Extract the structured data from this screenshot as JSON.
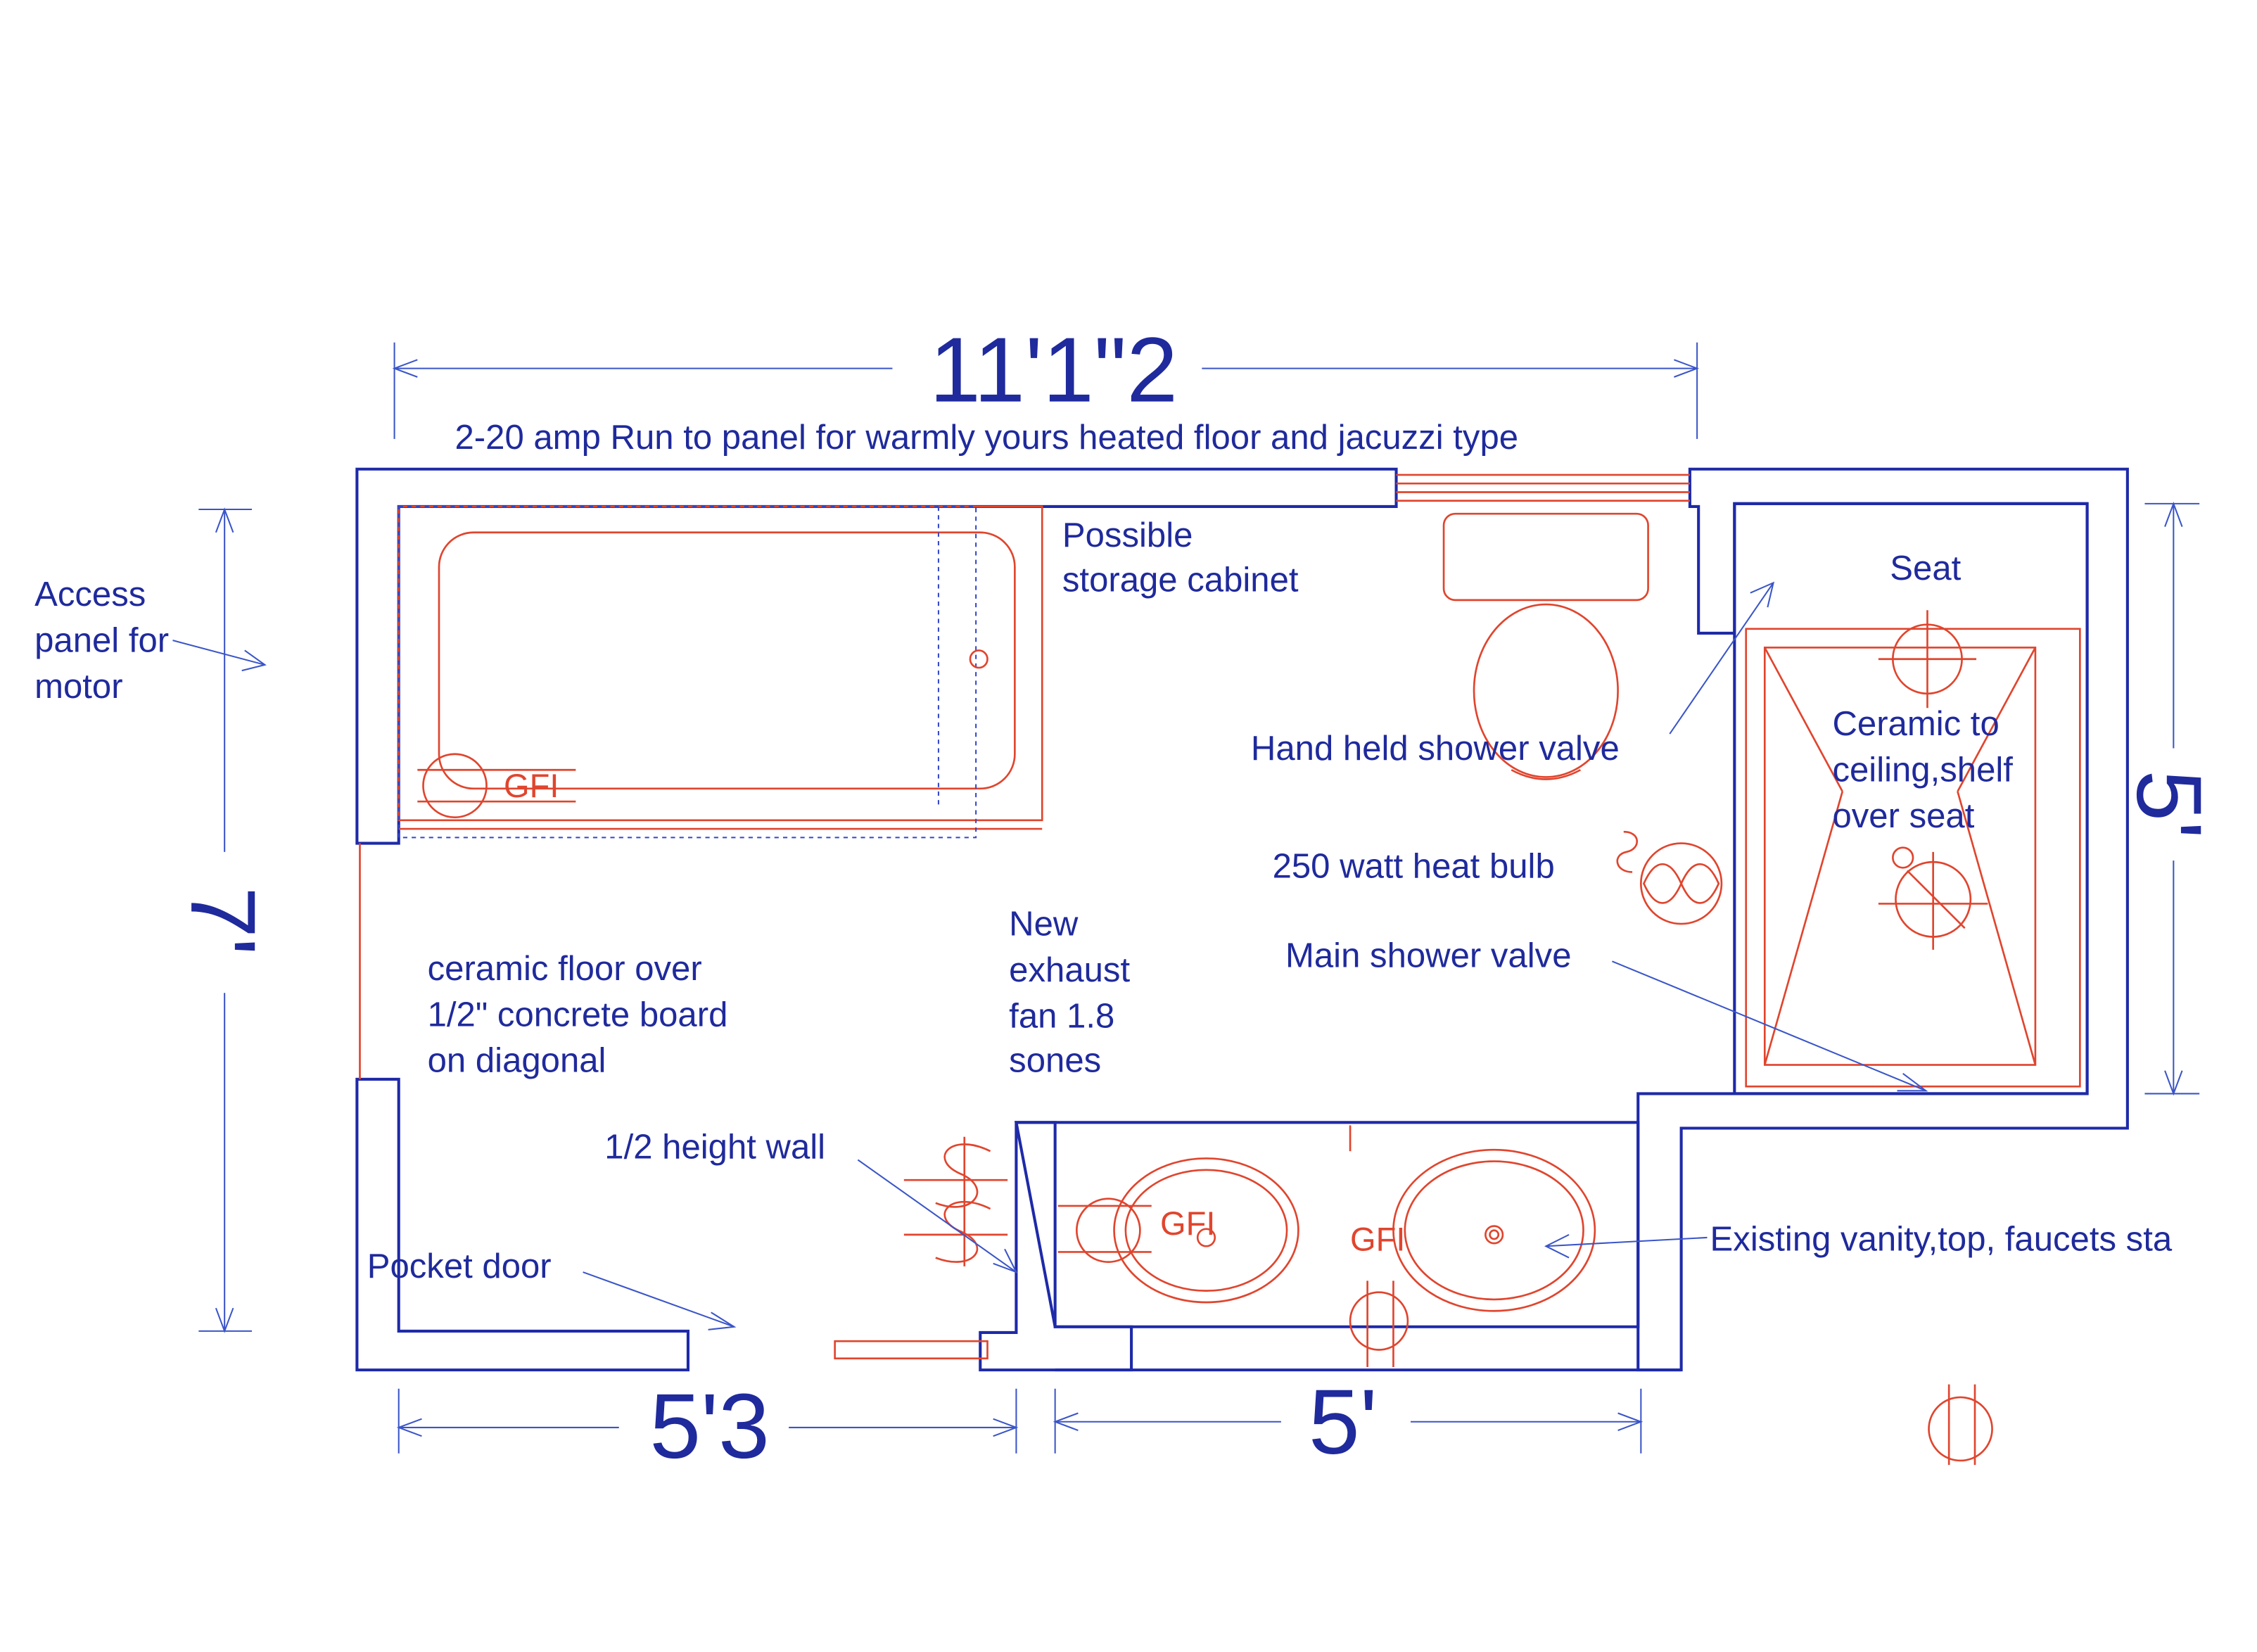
{
  "dimensions": {
    "overall_width": "11'1\"2",
    "left_room_height": "7'",
    "shower_depth": "5'",
    "left_width": "5'3",
    "vanity_width": "5'"
  },
  "notes": {
    "electrical": "2-20 amp  Run to panel for warmly yours heated floor and jacuzzi type",
    "access_panel": [
      "Access",
      "panel for",
      "motor"
    ],
    "storage_cabinet": [
      "Possible",
      "storage cabinet"
    ],
    "seat": "Seat",
    "hand_shower": "Hand held shower valve",
    "ceramic_ceiling": [
      "Ceramic to",
      "ceiling,shelf",
      "over seat"
    ],
    "heat_bulb": "250 watt heat bulb",
    "main_valve": "Main shower valve",
    "exhaust_fan": [
      "New",
      "exhaust",
      "fan 1.8",
      "sones"
    ],
    "floor": [
      "ceramic floor over",
      "1/2\" concrete board",
      "on diagonal"
    ],
    "half_wall": "1/2 height wall",
    "pocket_door": "Pocket door",
    "vanity": "Existing vanity,top, faucets sta"
  },
  "gfi_labels": [
    "GFI",
    "GFI",
    "GFI"
  ],
  "colors": {
    "walls": "#1e2aa8",
    "fixtures": "#e0452e",
    "text": "#1f2a9c"
  }
}
